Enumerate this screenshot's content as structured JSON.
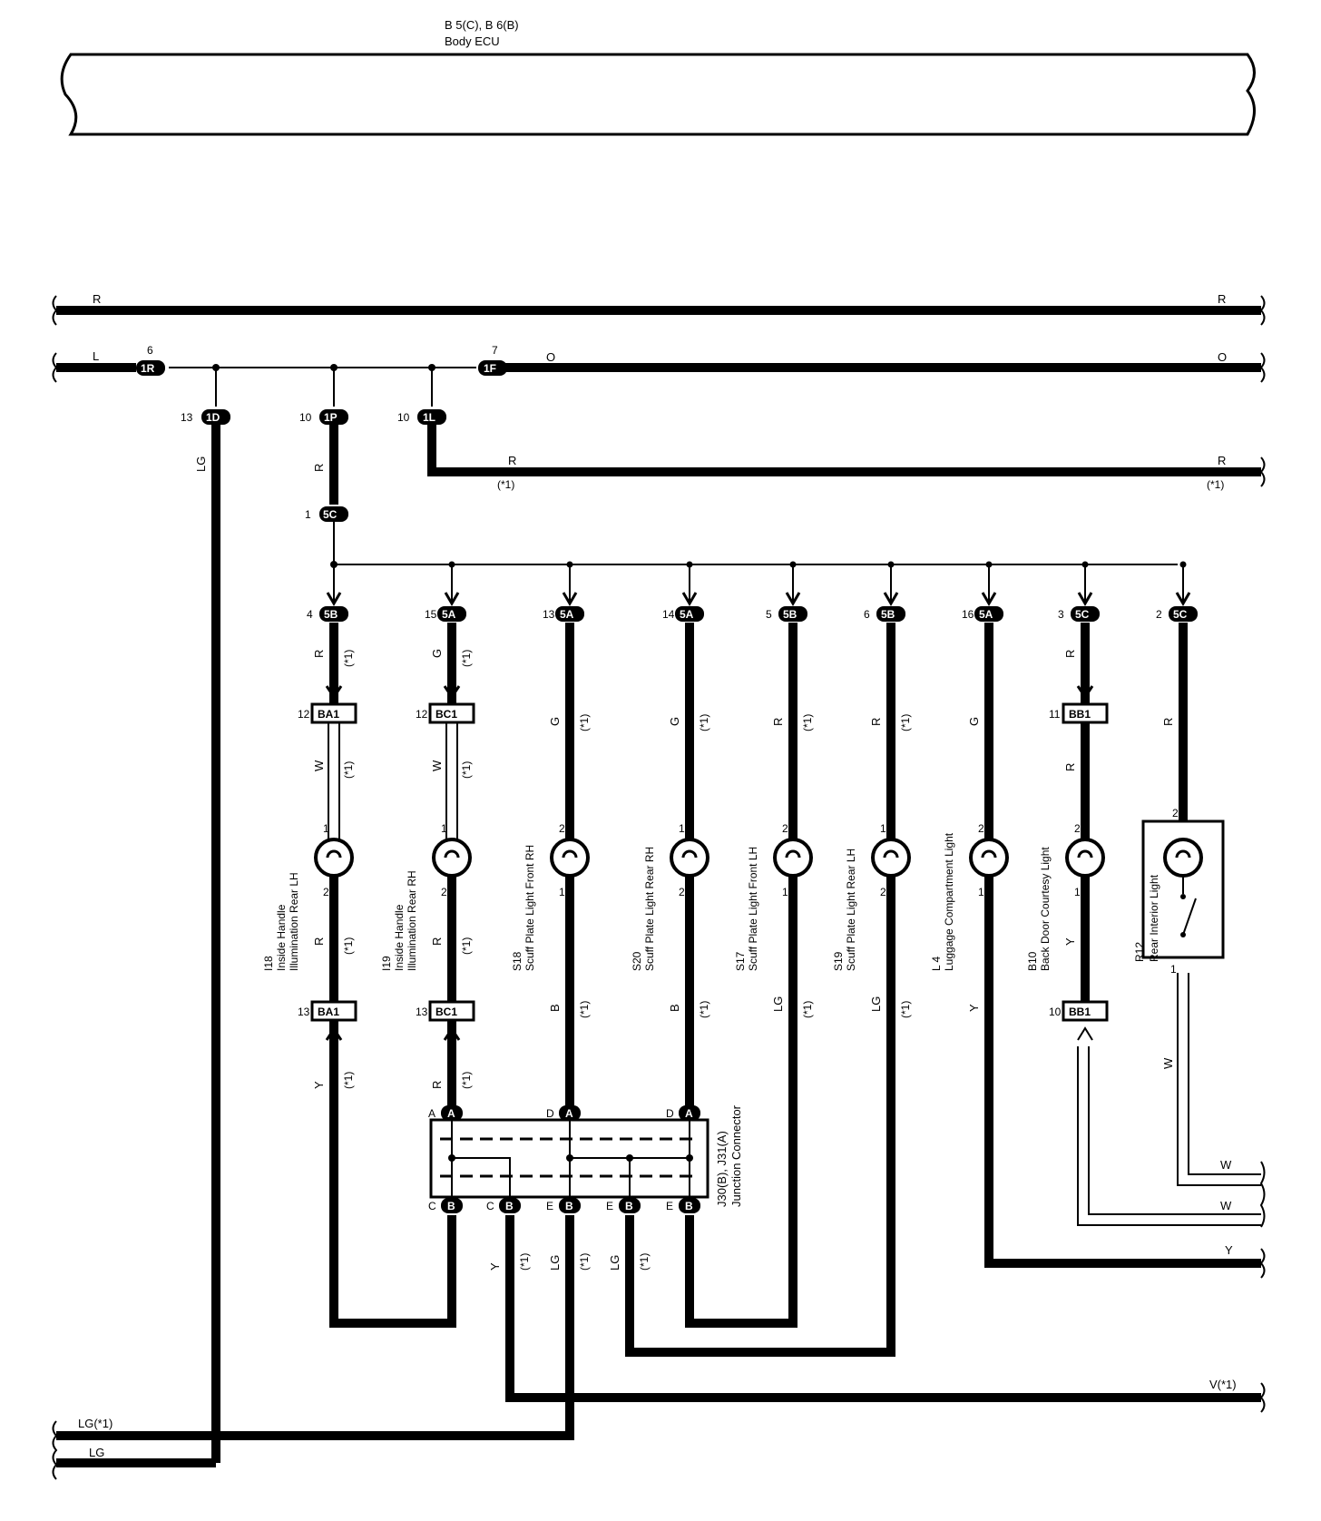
{
  "header": {
    "line1": "B 5(C), B 6(B)",
    "line2": "Body ECU"
  },
  "wires": {
    "R": "R",
    "L": "L",
    "O": "O",
    "LG": "LG",
    "LG1": "LG(*1)",
    "V1": "V(*1)",
    "W": "W",
    "Y": "Y",
    "G": "G",
    "B": "B",
    "note": "(*1)"
  },
  "connectors": {
    "c1R": {
      "code": "1R",
      "pin": "6"
    },
    "c1F": {
      "code": "1F",
      "pin": "7"
    },
    "c1D": {
      "code": "1D",
      "pin": "13"
    },
    "c1P": {
      "code": "1P",
      "pin": "10"
    },
    "c1L": {
      "code": "1L",
      "pin": "10"
    },
    "c5Ctop": {
      "code": "5C",
      "pin": "1"
    },
    "r4": [
      {
        "code": "5B",
        "pin": "4"
      },
      {
        "code": "5A",
        "pin": "15"
      },
      {
        "code": "5A",
        "pin": "13"
      },
      {
        "code": "5A",
        "pin": "14"
      },
      {
        "code": "5B",
        "pin": "5"
      },
      {
        "code": "5B",
        "pin": "6"
      },
      {
        "code": "5A",
        "pin": "16"
      },
      {
        "code": "5C",
        "pin": "3"
      },
      {
        "code": "5C",
        "pin": "2"
      }
    ],
    "BA1": {
      "code": "BA1",
      "pin_top": "12",
      "pin_bottom": "13"
    },
    "BC1": {
      "code": "BC1",
      "pin_top": "12",
      "pin_bottom": "13"
    },
    "BB1": {
      "code": "BB1",
      "pin_top": "11",
      "pin_bottom": "10"
    }
  },
  "components": [
    {
      "id": "I18",
      "name": "Inside Handle",
      "name2": "Illumination Rear LH",
      "pin_top": "1",
      "pin_bottom": "2"
    },
    {
      "id": "I19",
      "name": "Inside Handle",
      "name2": "Illumination Rear RH",
      "pin_top": "1",
      "pin_bottom": "2"
    },
    {
      "id": "S18",
      "name": "Scuff Plate Light Front RH",
      "pin_top": "2",
      "pin_bottom": "1"
    },
    {
      "id": "S20",
      "name": "Scuff Plate Light Rear RH",
      "pin_top": "1",
      "pin_bottom": "2"
    },
    {
      "id": "S17",
      "name": "Scuff Plate Light Front LH",
      "pin_top": "2",
      "pin_bottom": "1"
    },
    {
      "id": "S19",
      "name": "Scuff Plate Light Rear LH",
      "pin_top": "1",
      "pin_bottom": "2"
    },
    {
      "id": "L 4",
      "name": "Luggage Compartment Light",
      "pin_top": "2",
      "pin_bottom": "1"
    },
    {
      "id": "B10",
      "name": "Back Door Courtesy Light",
      "pin_top": "2",
      "pin_bottom": "1"
    },
    {
      "id": "R12",
      "name": "Rear Interior Light",
      "pin_top": "2",
      "pin_bottom": "1"
    }
  ],
  "junction": {
    "title": "J30(B), J31(A)",
    "title2": "Junction Connector",
    "top_pins": [
      "A",
      "D",
      "D"
    ],
    "top_code": "A",
    "bottom_pins": [
      "C",
      "C",
      "E",
      "E",
      "E"
    ],
    "bottom_code": "B"
  }
}
